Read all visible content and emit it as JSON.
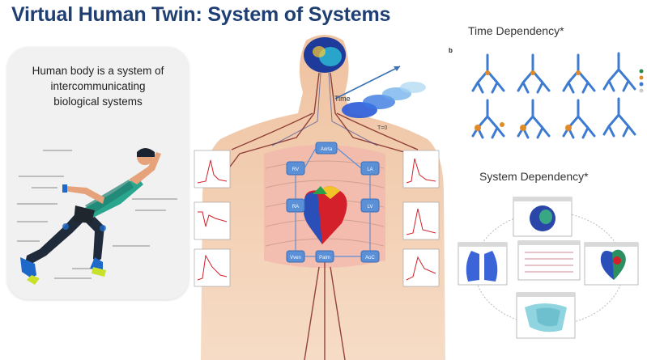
{
  "title": "Virtual Human Twin:  System of Systems",
  "left_panel": {
    "caption_lines": [
      "Human body is a system of",
      "intercommunicating",
      "biological systems"
    ]
  },
  "time_dependency": {
    "title": "Time Dependency*",
    "panel_label": "b",
    "time_label": "Time",
    "t0_label": "T=0"
  },
  "system_dependency": {
    "title": "System Dependency*"
  },
  "body_nodes": [
    "RV",
    "LA",
    "RA",
    "LV",
    "Aorta",
    "Vven",
    "AoC",
    "Palm"
  ],
  "colors": {
    "title": "#1f3f73",
    "node": "#5b8fd6",
    "skin": "#f2c9a8",
    "heart_red": "#d3202a",
    "heart_blue": "#2a4fb8",
    "airway_blue": "#3d7bd1",
    "airway_orange": "#e08a2a"
  }
}
